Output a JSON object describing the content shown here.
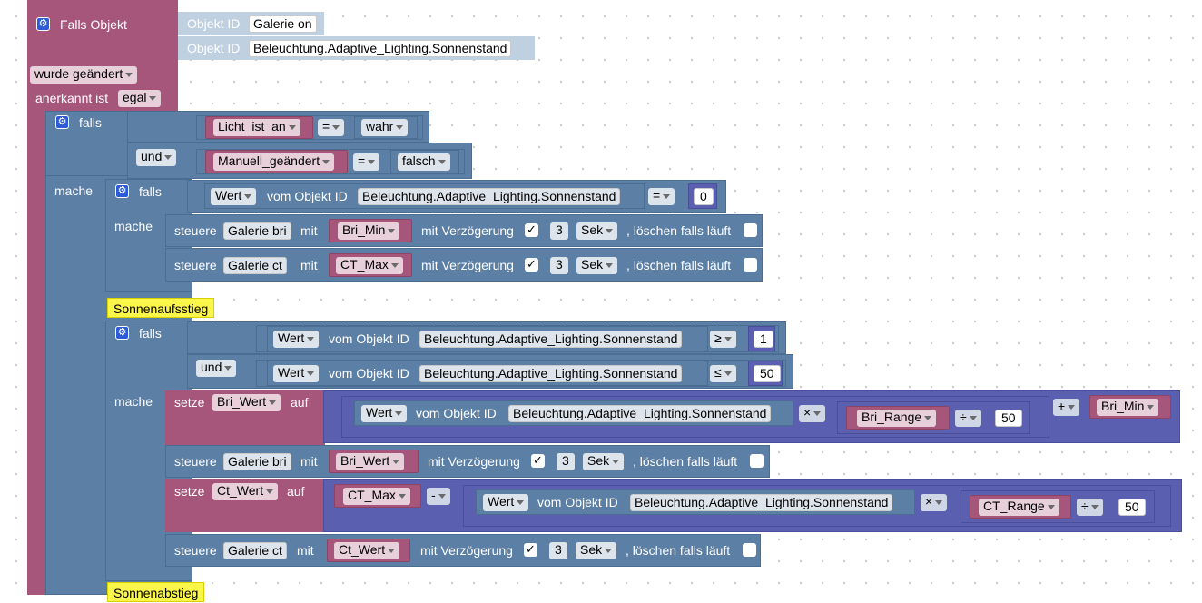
{
  "trigger": {
    "title": "Falls Objekt",
    "objid_label": "Objekt ID",
    "objects": [
      "Galerie on",
      "Beleuchtung.Adaptive_Lighting.Sonnenstand"
    ],
    "changed": "wurde geändert",
    "ack_prefix": "anerkannt ist",
    "ack_value": "egal"
  },
  "if1": {
    "falls": "falls",
    "and_label": "und",
    "mache": "mache",
    "cond1": {
      "var": "Licht_ist_an",
      "op": "=",
      "value": "wahr"
    },
    "cond2": {
      "var": "Manuell_geändert",
      "op": "=",
      "value": "falsch"
    }
  },
  "if2": {
    "falls": "falls",
    "mache": "mache",
    "wert": "Wert",
    "vom_objekt": "vom Objekt ID",
    "object": "Beleuchtung.Adaptive_Lighting.Sonnenstand",
    "op": "=",
    "value": "0"
  },
  "steuere": {
    "label": "steuere",
    "mit": "mit",
    "delay_label": "mit Verzögerung",
    "check": "✓",
    "delay": "3",
    "unit": "Sek",
    "clear_label": ", löschen falls läuft",
    "rows": [
      {
        "target": "Galerie bri",
        "var": "Bri_Min"
      },
      {
        "target": "Galerie ct",
        "var": "CT_Max"
      },
      {
        "target": "Galerie bri",
        "var": "Bri_Wert"
      },
      {
        "target": "Galerie ct",
        "var": "Ct_Wert"
      }
    ]
  },
  "comments": [
    "Sonnenaufsstieg",
    "Sonnenabstieg"
  ],
  "if3": {
    "falls": "falls",
    "and_label": "und",
    "mache": "mache",
    "cond1": {
      "op": "≥",
      "value": "1"
    },
    "cond2": {
      "op": "≤",
      "value": "50"
    }
  },
  "setze": {
    "label": "setze",
    "auf": "auf",
    "bri": {
      "var": "Bri_Wert",
      "times": "×",
      "range": "Bri_Range",
      "div": "÷",
      "divisor": "50",
      "plus": "+",
      "add": "Bri_Min"
    },
    "ct": {
      "var": "Ct_Wert",
      "base": "CT_Max",
      "minus": "-",
      "times": "×",
      "range": "CT_Range",
      "div": "÷",
      "divisor": "50"
    }
  }
}
